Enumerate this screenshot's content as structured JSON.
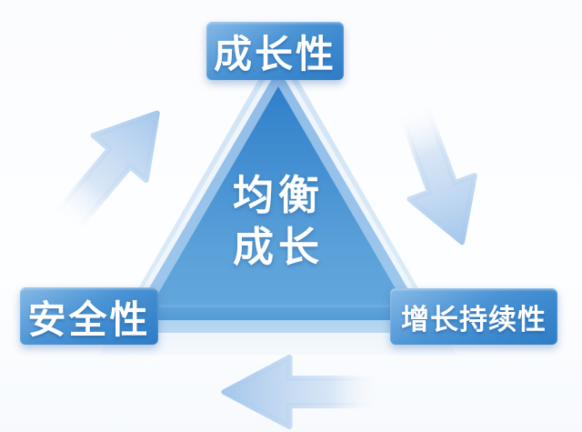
{
  "diagram": {
    "title_implicit": "均衡成长三角模型",
    "center_label": {
      "line1": "均衡",
      "line2": "成长"
    },
    "nodes": [
      {
        "id": "top",
        "label": "成长性"
      },
      {
        "id": "bottom-left",
        "label": "安全性"
      },
      {
        "id": "bottom-right",
        "label": "增长持续性"
      }
    ],
    "arrows": [
      {
        "id": "arrow-up-right",
        "direction": "up-right",
        "from": "bottom-left",
        "to": "top"
      },
      {
        "id": "arrow-down-right",
        "direction": "down-right",
        "from": "top",
        "to": "bottom-right"
      },
      {
        "id": "arrow-left",
        "direction": "left",
        "from": "bottom-right",
        "to": "bottom-left"
      }
    ],
    "colors": {
      "node_gradient_top": "#85b9e7",
      "node_gradient_bottom": "#2d7cc6",
      "triangle_inner_top": "#2f7fca",
      "triangle_inner_bottom": "#5fa4db",
      "triangle_band": "#8fbce7",
      "triangle_outer": "#d2e4f5",
      "arrow": "#a6c8ec",
      "text": "#ffffff",
      "background": "#fbfcfe"
    }
  }
}
